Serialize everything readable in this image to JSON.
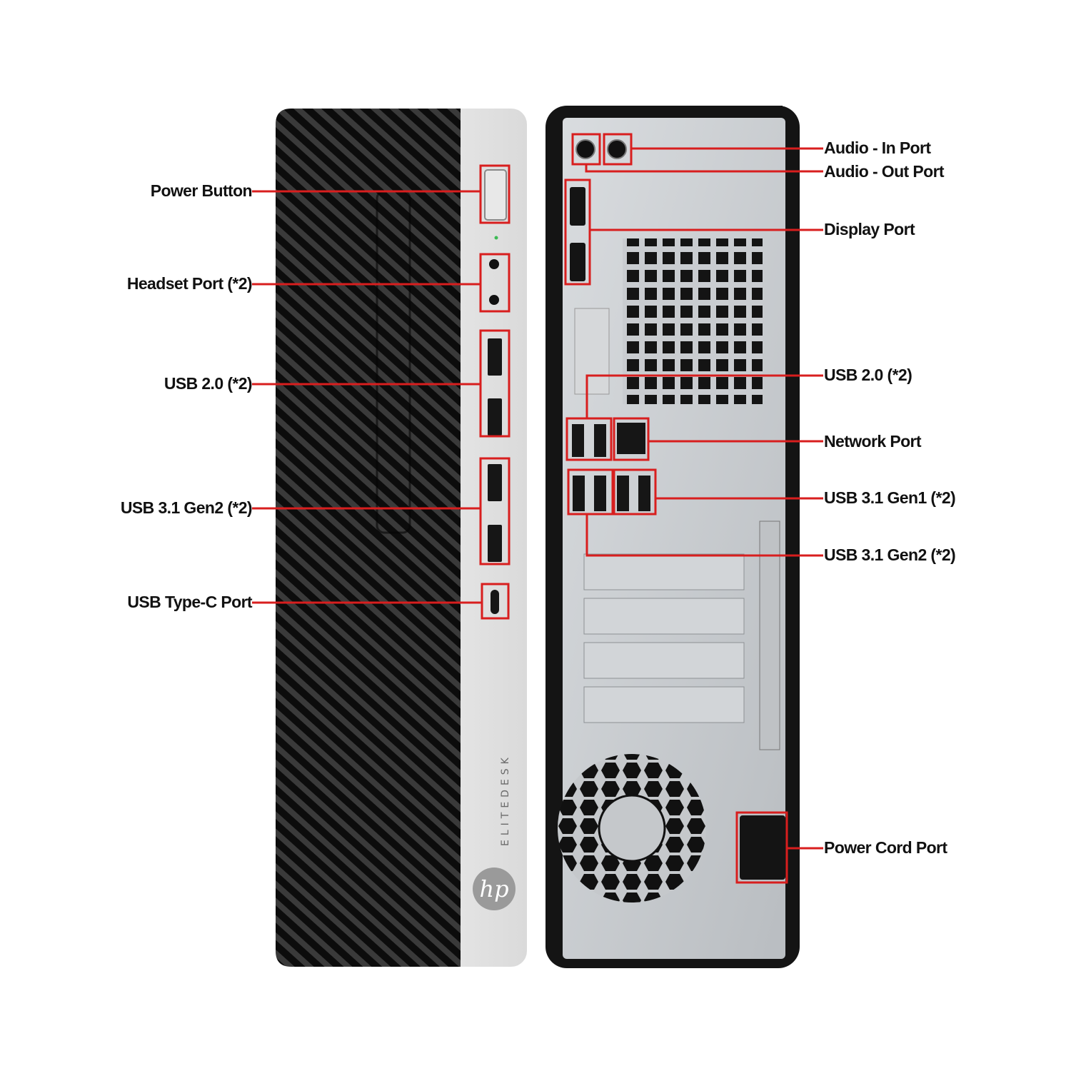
{
  "front_labels": {
    "power_button": "Power Button",
    "headset_port": "Headset Port (*2)",
    "usb20": "USB 2.0 (*2)",
    "usb31gen2": "USB 3.1 Gen2 (*2)",
    "usbc": "USB Type-C Port"
  },
  "rear_labels": {
    "audio_in": "Audio - In Port",
    "audio_out": "Audio - Out Port",
    "display_port": "Display Port",
    "usb20": "USB 2.0 (*2)",
    "network": "Network Port",
    "usb31gen1": "USB 3.1 Gen1 (*2)",
    "usb31gen2": "USB 3.1 Gen2 (*2)",
    "power_cord": "Power Cord Port"
  },
  "brand": {
    "series": "ELITEDESK",
    "logo": "hp"
  },
  "colors": {
    "callout": "#d81e1e",
    "case_black": "#1a1a1a",
    "bezel_silver": "#e6e6e6",
    "metal": "#c9cccf"
  }
}
